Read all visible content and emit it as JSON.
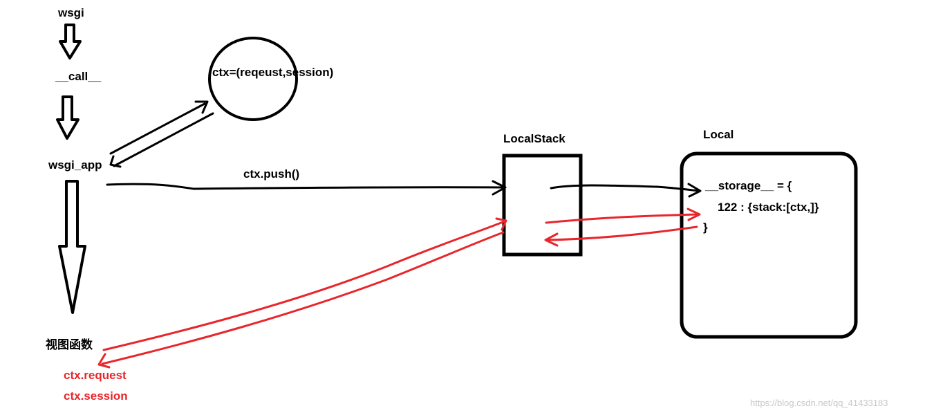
{
  "labels": {
    "wsgi": "wsgi",
    "call": "__call__",
    "wsgi_app": "wsgi_app",
    "view_func": "视图函数",
    "ctx_request": "ctx.request",
    "ctx_session": "ctx.session",
    "ctx_def": "ctx=(reqeust,session)",
    "ctx_push": "ctx.push()",
    "localstack": "LocalStack",
    "local": "Local",
    "storage_open": "__storage__ = {",
    "storage_entry": "122 : {stack:[ctx,]}",
    "storage_close": "}"
  },
  "watermark": "https://blog.csdn.net/qq_41433183",
  "colors": {
    "ink": "#000000",
    "red": "#e8262b",
    "watermark": "#c8c8c8"
  }
}
